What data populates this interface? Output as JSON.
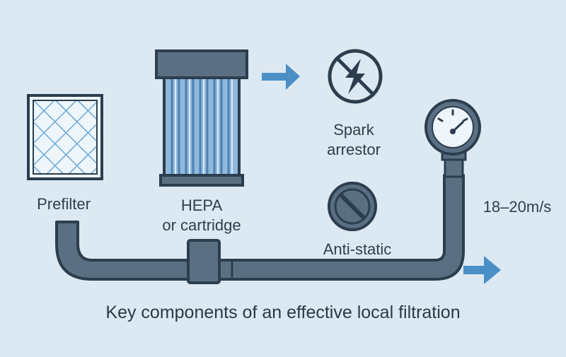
{
  "diagram": {
    "components": {
      "prefilter": {
        "label": "Prefilter"
      },
      "hepa": {
        "label_line1": "HEPA",
        "label_line2": "or cartridge"
      },
      "spark_arrestor": {
        "label_line1": "Spark",
        "label_line2": "arrestor",
        "icon": "no-spark-icon"
      },
      "anti_static": {
        "label": "Anti-static",
        "icon": "prohibited-icon"
      },
      "gauge": {
        "icon": "pressure-gauge-icon"
      }
    },
    "air_speed": "18–20m/s",
    "caption": "Key components of an effective local filtration"
  },
  "colors": {
    "background": "#dce9f2",
    "pipe": "#5a7082",
    "outline": "#2c3e4e",
    "accent_blue": "#4a8fc6"
  }
}
